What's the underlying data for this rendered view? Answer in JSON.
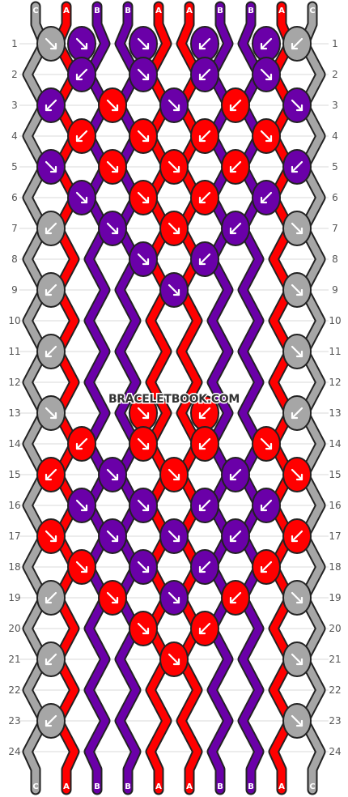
{
  "watermark": "BRACELETBOOK.COM",
  "colors": {
    "A": "#ff0000",
    "B": "#6a00a8",
    "C": "#a6a6a6"
  },
  "strings_top": [
    "C",
    "A",
    "B",
    "B",
    "A",
    "A",
    "B",
    "B",
    "A",
    "C"
  ],
  "strings_bottom": [
    "C",
    "A",
    "B",
    "B",
    "A",
    "A",
    "B",
    "B",
    "A",
    "C"
  ],
  "rows": [
    "1",
    "2",
    "3",
    "4",
    "5",
    "6",
    "7",
    "8",
    "9",
    "10",
    "11",
    "12",
    "13",
    "14",
    "15",
    "16",
    "17",
    "18",
    "19",
    "20",
    "21",
    "22",
    "23",
    "24"
  ],
  "knots": [
    [
      {
        "c": "C",
        "d": "f"
      },
      {
        "c": "B",
        "d": "f"
      },
      {
        "c": "B",
        "d": "f"
      },
      {
        "c": "B",
        "d": "b"
      },
      {
        "c": "B",
        "d": "b"
      },
      {
        "c": "C",
        "d": "b"
      }
    ],
    [
      {
        "c": "B",
        "d": "b"
      },
      {
        "c": "B",
        "d": "f"
      },
      {
        "c": "B",
        "d": "b"
      },
      {
        "c": "B",
        "d": "f"
      }
    ],
    [
      {
        "c": "B",
        "d": "b"
      },
      {
        "c": "A",
        "d": "f"
      },
      {
        "c": "B",
        "d": "f"
      },
      {
        "c": "A",
        "d": "b"
      },
      {
        "c": "B",
        "d": "f"
      }
    ],
    [
      {
        "c": "A",
        "d": "b"
      },
      {
        "c": "A",
        "d": "f"
      },
      {
        "c": "A",
        "d": "b"
      },
      {
        "c": "A",
        "d": "f"
      }
    ],
    [
      {
        "c": "B",
        "d": "f"
      },
      {
        "c": "A",
        "d": "f"
      },
      {
        "c": "A",
        "d": "f"
      },
      {
        "c": "A",
        "d": "b"
      },
      {
        "c": "B",
        "d": "b"
      }
    ],
    [
      {
        "c": "B",
        "d": "f"
      },
      {
        "c": "A",
        "d": "f"
      },
      {
        "c": "A",
        "d": "b"
      },
      {
        "c": "B",
        "d": "b"
      }
    ],
    [
      {
        "c": "C",
        "d": "b"
      },
      {
        "c": "B",
        "d": "f"
      },
      {
        "c": "A",
        "d": "f"
      },
      {
        "c": "B",
        "d": "b"
      },
      {
        "c": "C",
        "d": "f"
      }
    ],
    [
      {
        "c": "B",
        "d": "f"
      },
      {
        "c": "B",
        "d": "b"
      }
    ],
    [
      {
        "c": "C",
        "d": "b"
      },
      {
        "c": "B",
        "d": "f"
      },
      {
        "c": "C",
        "d": "f"
      }
    ],
    [],
    [
      {
        "c": "C",
        "d": "b"
      },
      {
        "c": "C",
        "d": "f"
      }
    ],
    [],
    [
      {
        "c": "C",
        "d": "f"
      },
      {
        "c": "A",
        "d": "f"
      },
      {
        "c": "A",
        "d": "b"
      },
      {
        "c": "C",
        "d": "b"
      }
    ],
    [
      {
        "c": "A",
        "d": "b"
      },
      {
        "c": "A",
        "d": "f"
      },
      {
        "c": "A",
        "d": "b"
      },
      {
        "c": "A",
        "d": "f"
      }
    ],
    [
      {
        "c": "A",
        "d": "b"
      },
      {
        "c": "B",
        "d": "f"
      },
      {
        "c": "A",
        "d": "f"
      },
      {
        "c": "B",
        "d": "b"
      },
      {
        "c": "A",
        "d": "f"
      }
    ],
    [
      {
        "c": "B",
        "d": "f"
      },
      {
        "c": "B",
        "d": "f"
      },
      {
        "c": "B",
        "d": "b"
      },
      {
        "c": "B",
        "d": "b"
      }
    ],
    [
      {
        "c": "A",
        "d": "f"
      },
      {
        "c": "B",
        "d": "f"
      },
      {
        "c": "B",
        "d": "f"
      },
      {
        "c": "B",
        "d": "b"
      },
      {
        "c": "A",
        "d": "b"
      }
    ],
    [
      {
        "c": "A",
        "d": "f"
      },
      {
        "c": "B",
        "d": "f"
      },
      {
        "c": "B",
        "d": "b"
      },
      {
        "c": "A",
        "d": "b"
      }
    ],
    [
      {
        "c": "C",
        "d": "b"
      },
      {
        "c": "A",
        "d": "f"
      },
      {
        "c": "B",
        "d": "f"
      },
      {
        "c": "A",
        "d": "b"
      },
      {
        "c": "C",
        "d": "f"
      }
    ],
    [
      {
        "c": "A",
        "d": "f"
      },
      {
        "c": "A",
        "d": "b"
      }
    ],
    [
      {
        "c": "C",
        "d": "b"
      },
      {
        "c": "A",
        "d": "f"
      },
      {
        "c": "C",
        "d": "f"
      }
    ],
    [],
    [
      {
        "c": "C",
        "d": "b"
      },
      {
        "c": "C",
        "d": "f"
      }
    ],
    []
  ]
}
